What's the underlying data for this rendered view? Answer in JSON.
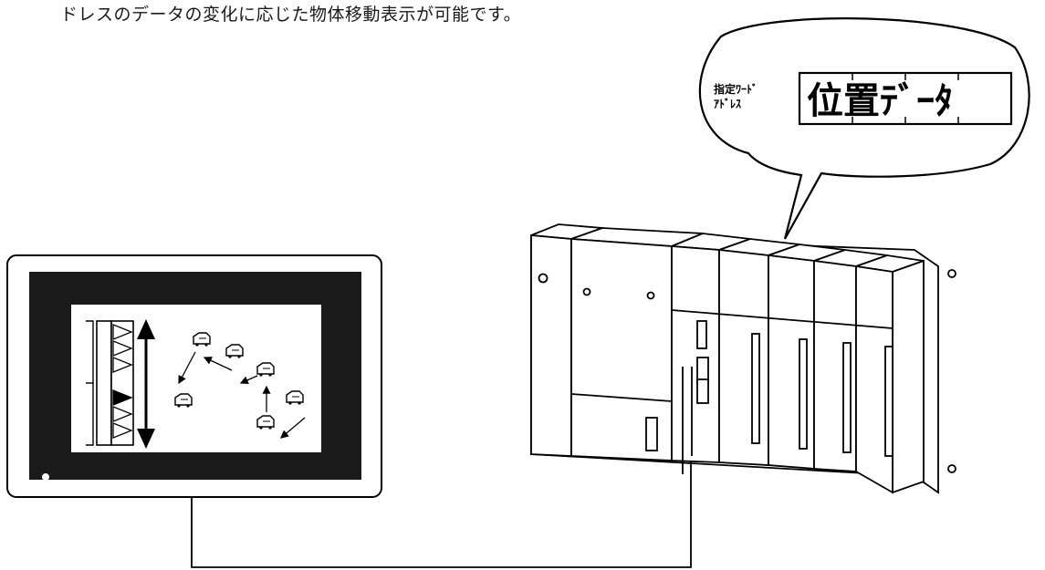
{
  "caption": "ドレスのデータの変化に応じた物体移動表示が可能です。",
  "callout": {
    "address_label_line1": "指定ﾜｰﾄﾞ",
    "address_label_line2": "ｱﾄﾞﾚｽ",
    "data_label": "位置ﾃﾞｰﾀ"
  }
}
